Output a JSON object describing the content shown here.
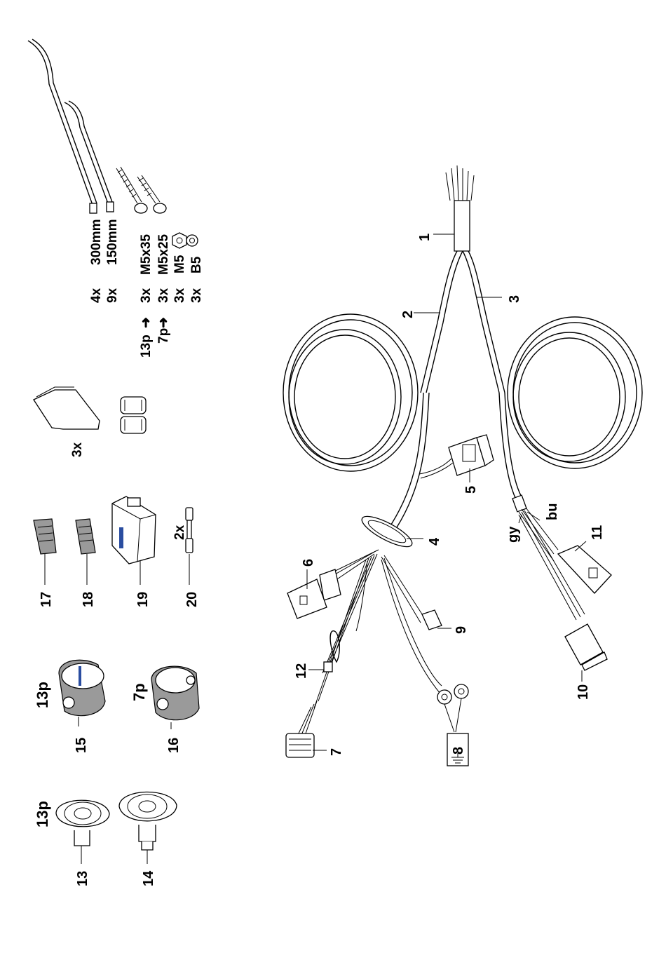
{
  "kit": {
    "ties": [
      {
        "qty": "4x",
        "size": "300mm"
      },
      {
        "qty": "9x",
        "size": "150mm"
      }
    ],
    "bolts": [
      {
        "socket": "13p",
        "qty": "3x",
        "size": "M5x35"
      },
      {
        "socket": "7p",
        "qty": "3x",
        "size": "M5x25"
      }
    ],
    "nuts": [
      {
        "qty": "3x",
        "size": "M5"
      },
      {
        "qty": "3x",
        "size": "B5"
      }
    ],
    "arrow": "➜",
    "gasket_qty": "3x",
    "fuse_qty": "2x",
    "socket_13p": "13p",
    "socket_7p": "7p",
    "mount_13p": "13p"
  },
  "callouts": {
    "n1": "1",
    "n2": "2",
    "n3": "3",
    "n4": "4",
    "n5": "5",
    "n6": "6",
    "n7": "7",
    "n8": "8",
    "n9": "9",
    "n10": "10",
    "n11": "11",
    "n12": "12",
    "n13": "13",
    "n14": "14",
    "n15": "15",
    "n16": "16",
    "n17": "17",
    "n18": "18",
    "n19": "19",
    "n20": "20",
    "gy": "gy",
    "bu": "bu"
  }
}
